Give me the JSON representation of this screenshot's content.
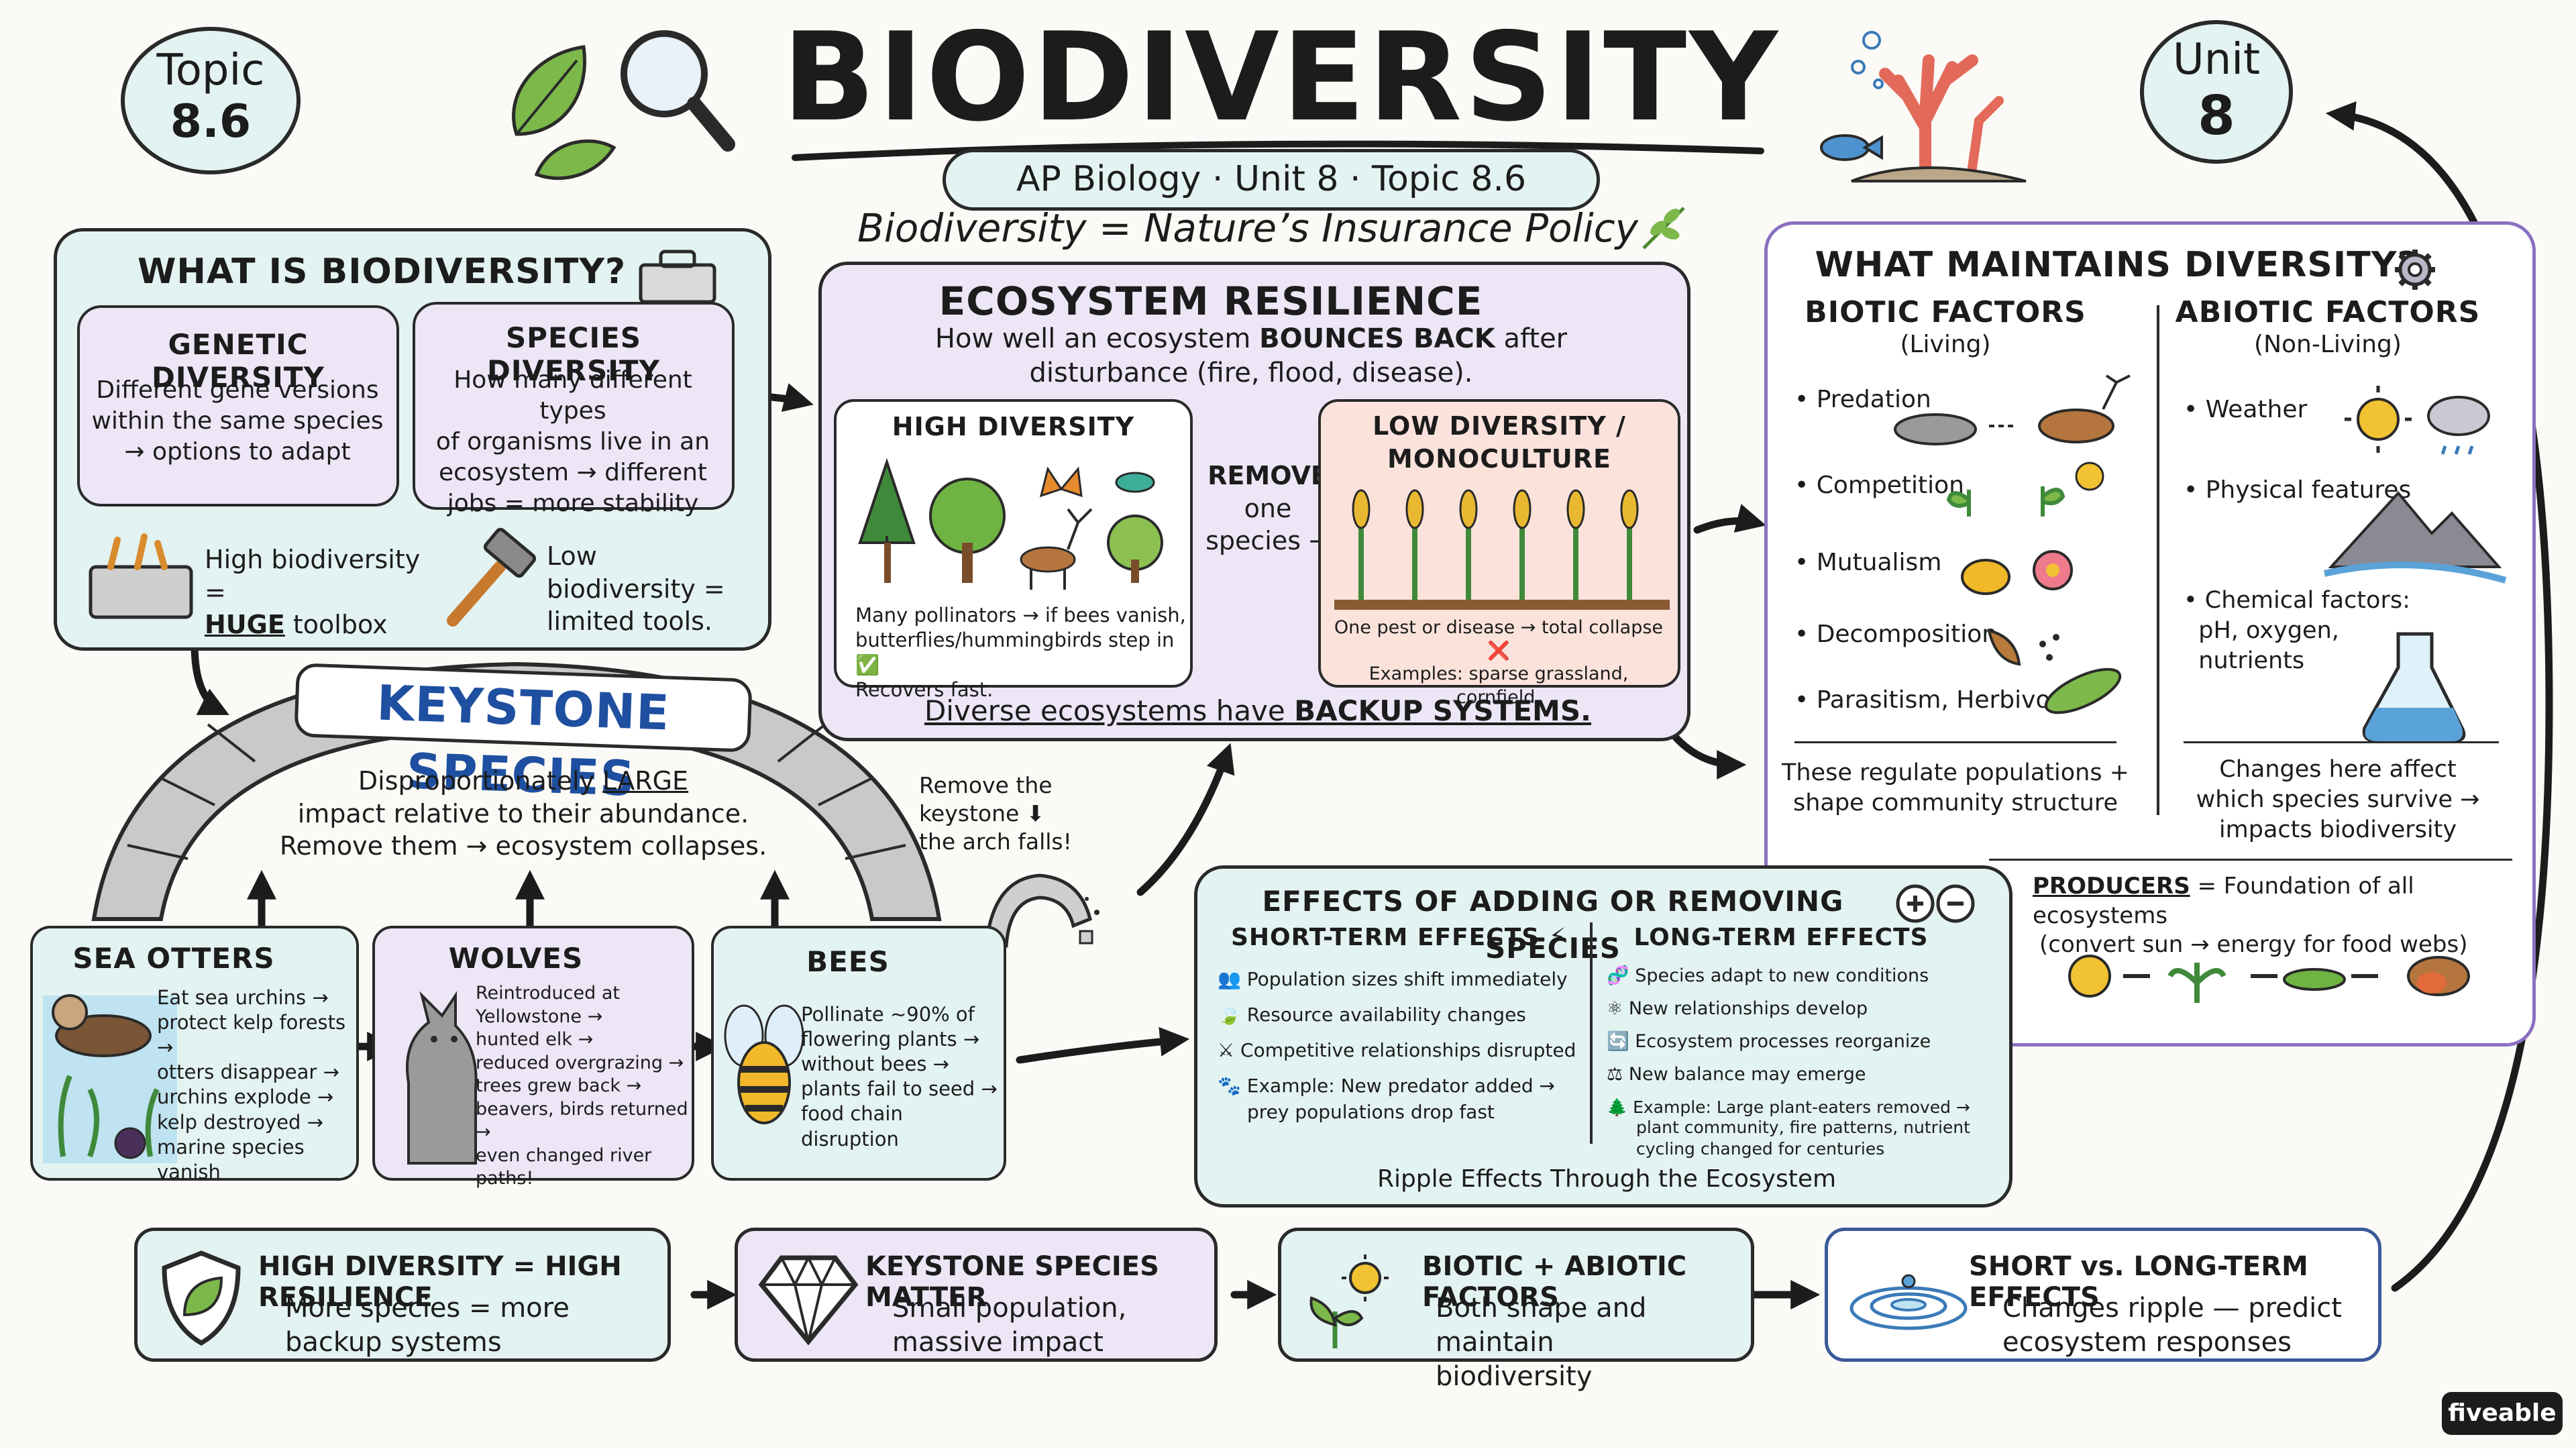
{
  "header": {
    "topic_badge": [
      "Topic",
      "8.6"
    ],
    "unit_badge": [
      "Unit",
      "8"
    ],
    "title": "BIODIVERSITY",
    "subtitle": "AP Biology · Unit 8 · Topic 8.6",
    "tagline": "Biodiversity = Nature’s Insurance Policy"
  },
  "what_is": {
    "title": "WHAT IS BIODIVERSITY?",
    "genetic_title": "GENETIC DIVERSITY",
    "genetic_text": [
      "Different gene versions",
      "within the same species",
      "→ options to adapt"
    ],
    "species_title": "SPECIES DIVERSITY",
    "species_text": [
      "How many different types",
      "of organisms live in an",
      "ecosystem → different",
      "jobs = more stability"
    ],
    "high_note": [
      "High biodiversity =",
      "toolbox"
    ],
    "high_emph": "HUGE",
    "low_note": [
      "Low biodiversity =",
      "limited tools."
    ]
  },
  "resilience": {
    "title": "ECOSYSTEM RESILIENCE",
    "desc_pre": "How well an ecosystem ",
    "desc_emph": "BOUNCES BACK",
    "desc_post": " after",
    "desc_line2": "disturbance (fire, flood, disease).",
    "high_title": "HIGH DIVERSITY",
    "high_text": [
      "Many pollinators → if bees vanish,",
      "butterflies/hummingbirds step in ✅",
      "Recovers fast."
    ],
    "remove_text": [
      "REMOVE",
      "one",
      "species →"
    ],
    "low_title": [
      "LOW DIVERSITY /",
      "MONOCULTURE"
    ],
    "low_text": [
      "One pest or disease → total collapse ❌",
      "Examples: sparse grassland, cornfield."
    ],
    "footer_pre": "Diverse ecosystems have ",
    "footer_emph": "BACKUP SYSTEMS."
  },
  "keystone": {
    "title": "KEYSTONE SPECIES",
    "desc_line1_pre": "Disproportionately ",
    "desc_line1_emph": "LARGE",
    "desc_lines": [
      "impact relative to their abundance.",
      "Remove them → ecosystem collapses."
    ],
    "remove_note": [
      "Remove the",
      "keystone ⬇",
      "the arch falls!"
    ],
    "otters_title": "SEA OTTERS",
    "otters_text": [
      "Eat sea urchins →",
      "protect kelp forests →",
      "otters disappear →",
      "urchins explode →",
      "kelp destroyed →",
      "marine species vanish"
    ],
    "wolves_title": "WOLVES",
    "wolves_text": [
      "Reintroduced at",
      "Yellowstone →",
      "hunted elk →",
      "reduced overgrazing →",
      "trees grew back →",
      "beavers, birds returned →",
      "even changed river paths!"
    ],
    "bees_title": "BEES",
    "bees_text": [
      "Pollinate ~90% of",
      "flowering plants →",
      "without bees →",
      "plants fail to seed →",
      "food chain disruption"
    ]
  },
  "maintains": {
    "title": "WHAT MAINTAINS DIVERSITY?",
    "biotic_title": "BIOTIC FACTORS",
    "biotic_sub": "(Living)",
    "biotic_items": [
      "Predation",
      "Competition",
      "Mutualism",
      "Decomposition",
      "Parasitism, Herbivory"
    ],
    "biotic_footer": [
      "These regulate populations +",
      "shape community structure"
    ],
    "abiotic_title": "ABIOTIC FACTORS",
    "abiotic_sub": "(Non-Living)",
    "abiotic_items": [
      "Weather",
      "Physical features",
      "Chemical factors:",
      "pH, oxygen,",
      "nutrients"
    ],
    "abiotic_footer": [
      "Changes here affect",
      "which species survive →",
      "impacts biodiversity"
    ],
    "producers_label": "PRODUCERS",
    "producers_text": " = Foundation of all ecosystems",
    "producers_sub": "(convert sun → energy for food webs)"
  },
  "effects": {
    "title": "EFFECTS OF ADDING OR REMOVING SPECIES",
    "short_title": "SHORT-TERM EFFECTS ⚡",
    "short_items": [
      "Population sizes shift immediately",
      "Resource availability changes",
      "Competitive relationships disrupted",
      "Example: New predator added →"
    ],
    "short_tail": "prey populations drop fast",
    "long_title": "LONG-TERM EFFECTS",
    "long_items": [
      "Species adapt to new conditions",
      "New relationships develop",
      "Ecosystem processes reorganize",
      "New balance may emerge",
      "Example: Large plant-eaters removed →"
    ],
    "long_tail": [
      "plant community, fire patterns, nutrient",
      "cycling changed for centuries"
    ],
    "footer": "Ripple Effects Through the Ecosystem"
  },
  "summary": [
    {
      "title": "HIGH DIVERSITY = HIGH RESILIENCE",
      "text": [
        "More species = more",
        "backup systems"
      ]
    },
    {
      "title": "KEYSTONE SPECIES MATTER",
      "text": [
        "Small population,",
        "massive impact"
      ]
    },
    {
      "title": "BIOTIC + ABIOTIC FACTORS",
      "text": [
        "Both shape and maintain",
        "biodiversity"
      ]
    },
    {
      "title": "SHORT vs. LONG-TERM EFFECTS",
      "text": [
        "Changes ripple — predict",
        "ecosystem responses"
      ]
    }
  ],
  "brand": "fiveable",
  "colors": {
    "teal": "#e3f3f2",
    "lavender": "#ece6f6",
    "pink": "#fbe3dc",
    "blue_title": "#1f4fa0",
    "outline": "#2a2a2a"
  }
}
